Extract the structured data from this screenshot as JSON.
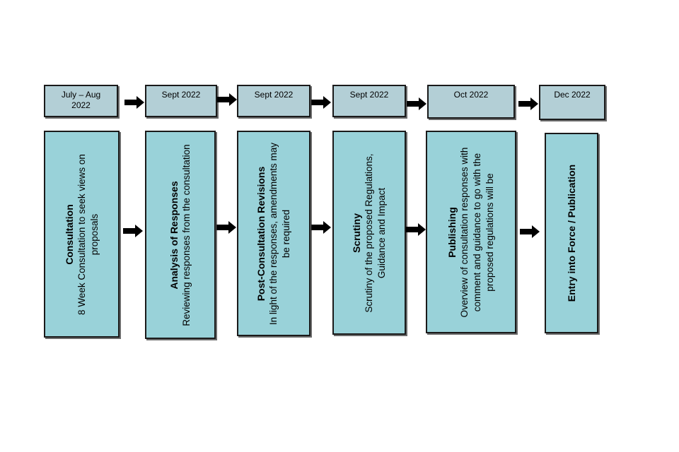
{
  "timeline": [
    {
      "date": "July – Aug 2022",
      "title": "Consultation",
      "description": "8 Week Consultation to seek views on proposals"
    },
    {
      "date": "Sept 2022",
      "title": "Analysis of Responses",
      "description": "Reviewing responses from the consultation"
    },
    {
      "date": "Sept 2022",
      "title": "Post-Consultation Revisions",
      "description": "In light of the responses, amendments may be required"
    },
    {
      "date": "Sept 2022",
      "title": "Scrutiny",
      "description": "Scrutiny of the proposed Regulations, Guidance and Impact"
    },
    {
      "date": "Oct 2022",
      "title": "Publishing",
      "description": "Overview of consultation responses with comment and guidance to go with the proposed regulations will be"
    },
    {
      "date": "Dec 2022",
      "title": "Entry into Force / Publication",
      "description": ""
    }
  ],
  "colors": {
    "date_fill": "#b3cfd6",
    "stage_fill": "#99d2d9",
    "border": "#1a1a1a",
    "arrow": "#000000"
  },
  "icons": {
    "connector": "right-arrow-icon"
  }
}
